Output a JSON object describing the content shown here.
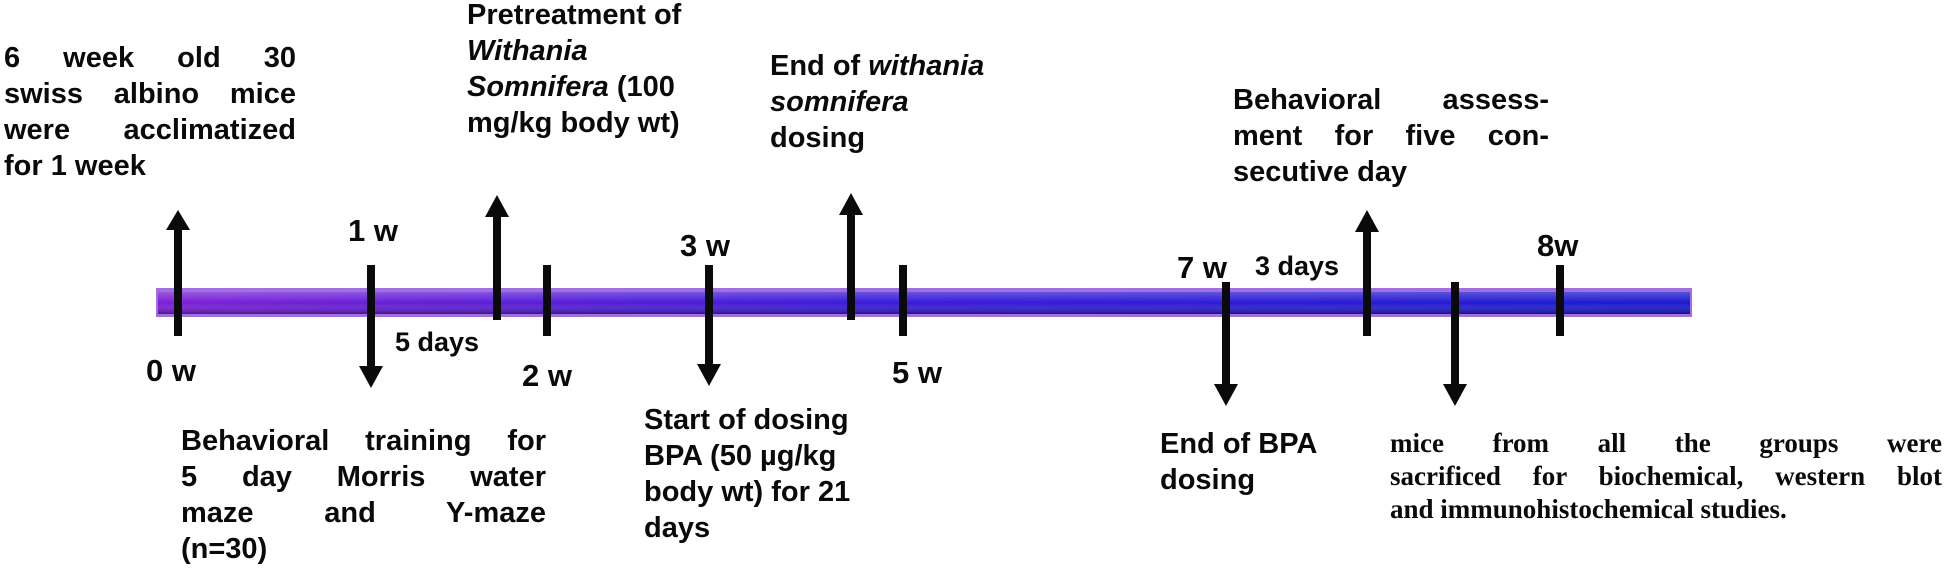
{
  "timeline": {
    "tick_labels": {
      "w0": "0 w",
      "w1": "1 w",
      "w2": "2 w",
      "w3": "3 w",
      "w5": "5 w",
      "w7": "7 w",
      "w8": "8w"
    },
    "interval_labels": {
      "five_days": "5 days",
      "three_days": "3 days"
    },
    "colors": {
      "bar_start": "#7b1fd6",
      "bar_end": "#1a1ad0",
      "bar_outline": "#a070e0",
      "ink": "#0a0a0a"
    }
  },
  "events": {
    "acclimatization": {
      "line1": "6 week old 30",
      "line2": "swiss albino mice",
      "line3": "were acclimatized",
      "line4": "for 1 week"
    },
    "pretreatment": {
      "line1": "Pretreatment of",
      "line2": "Withania",
      "line3_italic": "Somnifera",
      "line3_rest": " (100",
      "line4": "mg/kg body wt)"
    },
    "end_withania": {
      "line1_prefix": "End of ",
      "line1_italic": "withania",
      "line2": "somnifera",
      "line3": "dosing"
    },
    "behavioral_assessment": {
      "line1": "Behavioral assess-",
      "line2": "ment for five con-",
      "line3": "secutive day"
    },
    "behavioral_training": {
      "line1": "Behavioral training for",
      "line2": "5 day Morris water",
      "line3": "maze and Y-maze",
      "line4": "(n=30)"
    },
    "start_bpa": {
      "line1": "Start of dosing",
      "line2": "BPA (50 µg/kg",
      "line3": "body wt) for 21",
      "line4": "days"
    },
    "end_bpa": {
      "line1": "End of BPA",
      "line2": "dosing"
    },
    "sacrifice": {
      "line1": "mice from all the groups were",
      "line2": "sacrificed for biochemical, western blot",
      "line3": "and immunohistochemical studies."
    }
  }
}
